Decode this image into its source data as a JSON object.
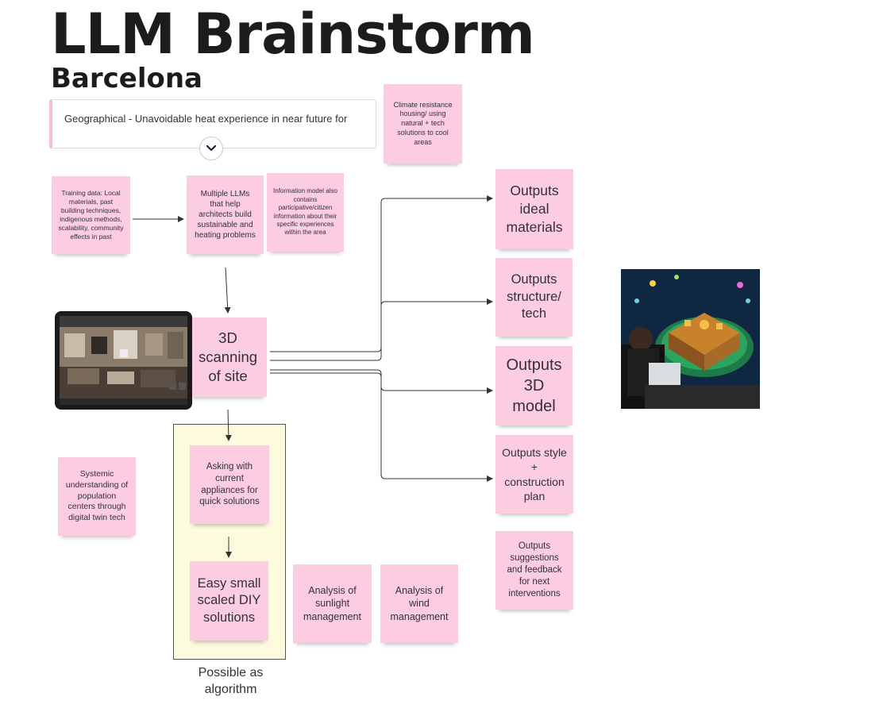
{
  "board": {
    "title": "LLM Brainstorm",
    "subtitle": "Barcelona",
    "card_text": "Geographical - Unavoidable heat experience in near future for",
    "caption": "Possible as algorithm"
  },
  "notes": {
    "climate": "Climate resistance housing/ using natural + tech solutions to cool areas",
    "training": "Training data: Local materials, past building techniques, indigenous methods, scalability, community effects in past",
    "multiple_llms": "Multiple LLMs that help architects build sustainable and heating problems",
    "information_model": "Information model also contains participative/citizen information about their specific experiences within the area",
    "scanning": "3D scanning of site",
    "asking": "Asking with current appliances for quick solutions",
    "diy": "Easy small scaled DIY solutions",
    "systemic": "Systemic understanding of population centers through digital twin tech",
    "sunlight": "Analysis of sunlight management",
    "wind": "Analysis of wind management",
    "out_materials": "Outputs ideal materials",
    "out_structure": "Outputs structure/ tech",
    "out_model": "Outputs 3D model",
    "out_style": "Outputs style + construction plan",
    "out_suggestions": "Outputs suggestions and feedback for next interventions"
  },
  "colors": {
    "sticky": "#fccce0",
    "highlight": "#fdfbdd",
    "connector": "#333333"
  }
}
